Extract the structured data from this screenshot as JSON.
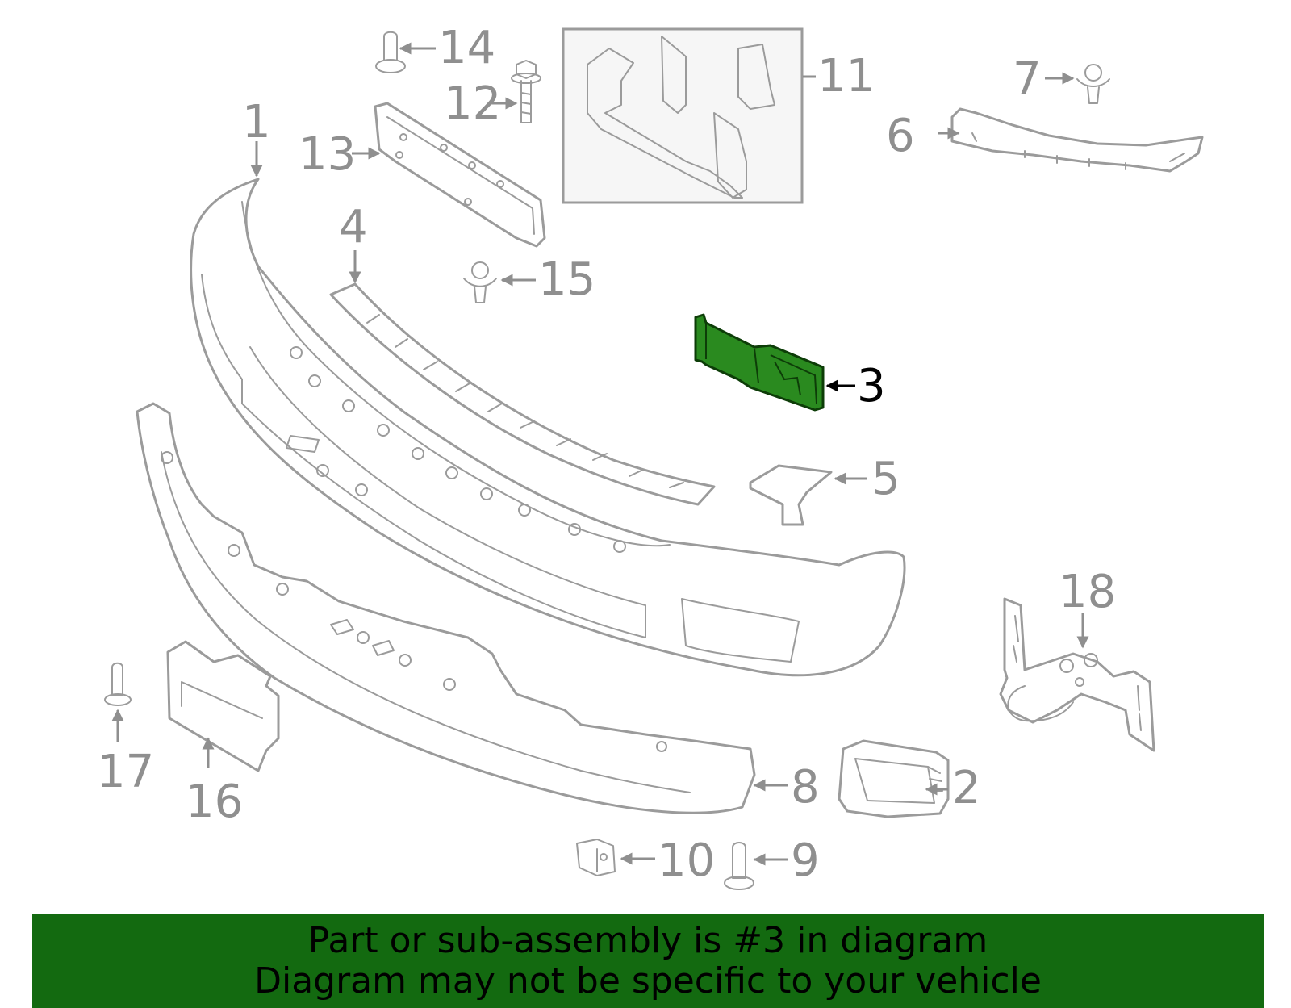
{
  "diagram": {
    "highlighted_part": "3",
    "highlight_color": "#2a8a1f",
    "callouts": [
      "1",
      "2",
      "3",
      "4",
      "5",
      "6",
      "7",
      "8",
      "9",
      "10",
      "11",
      "12",
      "13",
      "14",
      "15",
      "16",
      "17",
      "18"
    ]
  },
  "banner": {
    "line1": "Part or sub-assembly is #3 in diagram",
    "line2": "Diagram may not be specific to your vehicle",
    "background": "#136a10"
  }
}
